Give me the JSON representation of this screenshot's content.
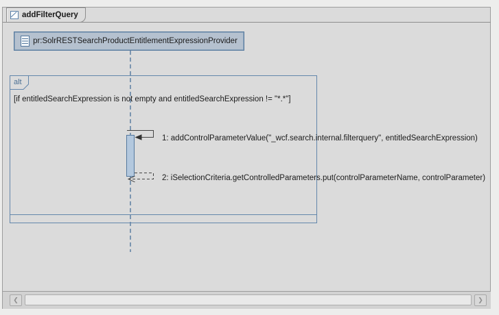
{
  "tab": {
    "title": "addFilterQuery"
  },
  "lifeline": {
    "name": "pr:SolrRESTSearchProductEntitlementExpressionProvider"
  },
  "fragment": {
    "operator": "alt",
    "guard": "[if entitledSearchExpression is not empty and entitledSearchExpression != \"*.*\"]"
  },
  "messages": [
    {
      "label": "1: addControlParameterValue(\"_wcf.search.internal.filterquery\", entitledSearchExpression)",
      "type": "synchronous self message"
    },
    {
      "label": "2: iSelectionCriteria.getControlledParameters.put(controlParameterName, controlParameter)",
      "type": "dashed reply self message"
    }
  ],
  "scrollbar": {
    "left_arrow": "❮",
    "right_arrow": "❯"
  },
  "colors": {
    "canvas": "#dbdbdb",
    "fragment_border": "#6286ab",
    "lifeline_fill": "#b5c1cf",
    "lifeline_border": "#54789e",
    "activation_fill": "#b3c8de",
    "message_line": "#444444"
  }
}
